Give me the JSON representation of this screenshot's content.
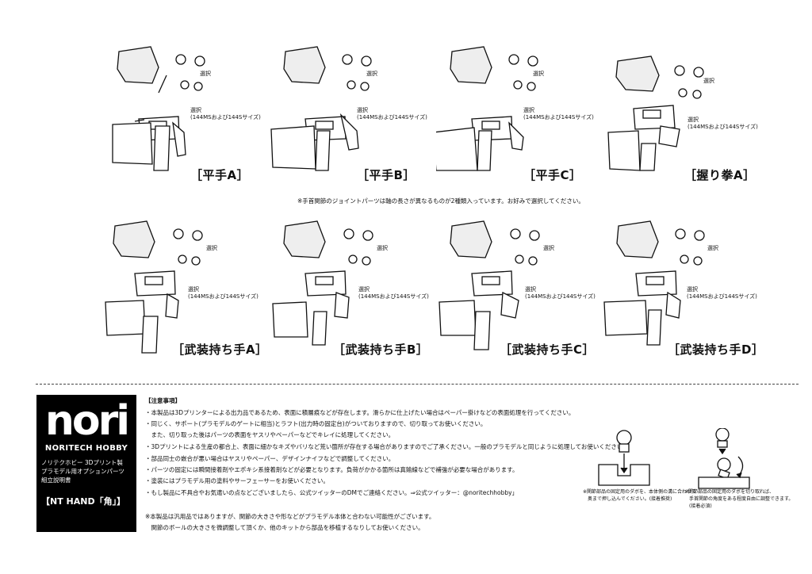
{
  "labels": {
    "select": "選択",
    "select_size": "選択",
    "select_size_note": "(144MSおよび144Sサイズ)"
  },
  "hands": [
    {
      "label": "［平手A］"
    },
    {
      "label": "［平手B］"
    },
    {
      "label": "［平手C］"
    },
    {
      "label": "［握り拳A］"
    },
    {
      "label": "［武装持ち手A］"
    },
    {
      "label": "［武装持ち手B］"
    },
    {
      "label": "［武装持ち手C］"
    },
    {
      "label": "［武装持ち手D］"
    }
  ],
  "upper_note": "※手首関節のジョイントパーツは軸の長さが異なるものが2種類入っています。お好みで選択してください。",
  "brand": {
    "logo": "nori",
    "name": "NORITECH HOBBY",
    "desc": [
      "ノリテクホビー 3Dプリント製",
      "プラモデル用オプションパーツ",
      "組立説明書"
    ],
    "product": "【NT HAND「角」】"
  },
  "caution": {
    "title": "【注意事項】",
    "lines": [
      "・本製品は3Dプリンターによる出力品であるため、表面に積層痕などが存在します。滑らかに仕上げたい場合はペーパー掛けなどの表面処理を行ってください。",
      "・同じく、サポート(プラモデルのゲートに相当)とラフト(出力時の固定台)がついておりますので、切り取ってお使いください。",
      "　また、切り取った後はパーツの表面をヤスリやペーパーなどでキレイに処理してください。",
      "・3Dプリントによる生産の都合上、表面に細かなキズやバリなど荒い箇所が存在する場合がありますのでご了承ください。一般のプラモデルと同じように処理してお使いください。",
      "・部品同士の嵌合が悪い場合はヤスリやペーパー、デザインナイフなどで調整してください。",
      "・パーツの固定には瞬間接着剤やエポキシ系接着剤などが必要となります。負荷がかかる箇所は真鍮線などで補強が必要な場合があります。",
      "・塗装にはプラモデル用の塗料やサーフェーサーをお使いください。",
      "・もし製品に不具合やお気遣いの点などございましたら、公式ツイッターのDMでご連絡ください。⇒公式ツイッター：@noritechhobby」"
    ],
    "extra": [
      "※本製品は汎用品ではありますが、関節の大きさや形などがプラモデル本体と合わない可能性がございます。",
      "　関節のボールの大きさを微調整して頂くか、他のキットから部品を移植するなりしてお使いください。"
    ]
  },
  "side_notes": {
    "left": [
      "※関節部品の固定用のダボを、本体側の溝に合わせて",
      "　奥まで押し込んでください。(接着推奨)"
    ],
    "right": [
      "※関節部品の固定用のダボを切り取れば、",
      "　手首関節の角度をある程度自由に調整できます。",
      "　(接着必須)"
    ]
  }
}
